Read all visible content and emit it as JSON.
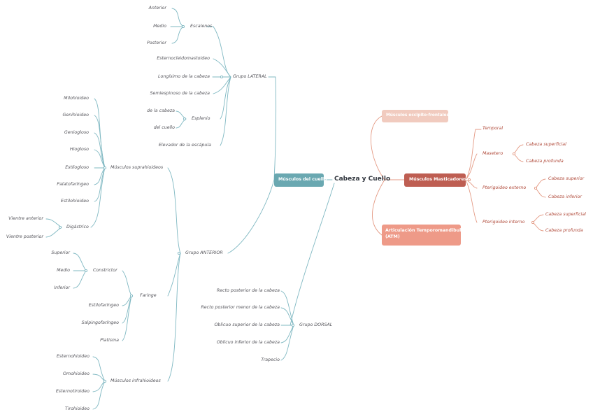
{
  "root": "Cabeza y Cuello",
  "left_branch": {
    "label": "Músculos del cuello",
    "lateral": {
      "label": "Grupo LATERAL",
      "escalenos": {
        "label": "Escalenos",
        "items": [
          "Anterior",
          "Medio",
          "Posterior"
        ]
      },
      "items": [
        "Esternocleidomastoideo",
        "Longísimo de la cabeza",
        "Semiespinoso de la cabeza"
      ],
      "esplenio": {
        "label": "Esplenio",
        "items": [
          "de la cabeza",
          "del cuello"
        ]
      },
      "elevador": "Elevador de la escápula"
    },
    "anterior": {
      "label": "Grupo ANTERIOR",
      "suprahioideos": {
        "label": "Músculos suprahioideos",
        "items": [
          "Milohioideo",
          "Genihioideo",
          "Geniogloso",
          "Hiogloso",
          "Estilogloso",
          "Palatofaríngeo",
          "Estilohioideo"
        ],
        "digastrico": {
          "label": "Digástrico",
          "items": [
            "Vientre anterior",
            "Vientre posterior"
          ]
        }
      },
      "faringe": {
        "label": "Faringe",
        "constrictor": {
          "label": "Constrictor",
          "items": [
            "Superior",
            "Medio",
            "Inferior"
          ]
        },
        "items": [
          "Estilofaríngeo",
          "Salpingofaríngeo",
          "Platisma"
        ]
      },
      "infrahioideos": {
        "label": "Músculos infrahioideos",
        "items": [
          "Esternohioideo",
          "Omohioideo",
          "Esternotiroideo",
          "Tirohioideo"
        ]
      }
    },
    "dorsal": {
      "label": "Grupo DORSAL",
      "items": [
        "Recto posterior de la cabeza",
        "Recto posterior menor de la cabeza",
        "Oblicuo superior de la cabeza",
        "Oblicuo inferior de la cabeza",
        "Trapecio"
      ]
    }
  },
  "right_branches": {
    "occipito": "Músculos occipito-frontales",
    "masticadores": {
      "label": "Músculos Masticadores",
      "temporal": "Temporal",
      "masetero": {
        "label": "Masetero",
        "items": [
          "Cabeza superficial",
          "Cabeza profunda"
        ]
      },
      "pterigoideo_ext": {
        "label": "Pterigoideo externo",
        "items": [
          "Cabeza superior",
          "Cabeza inferior"
        ]
      },
      "pterigoideo_int": {
        "label": "Pterigoideo interno",
        "items": [
          "Cabeza superficial",
          "Cabeza profunda"
        ]
      }
    },
    "atm": {
      "line1": "Articulación Temporomandibular",
      "line2": "(ATM)"
    }
  },
  "colors": {
    "teal": "#7fb8c2",
    "teal_box": "#6aa8b1",
    "masticadores_box": "#be5e52",
    "atm_box": "#ee9a88",
    "occipito_box": "#f1cbbf",
    "leaf_text_right": "#b04a3a"
  }
}
